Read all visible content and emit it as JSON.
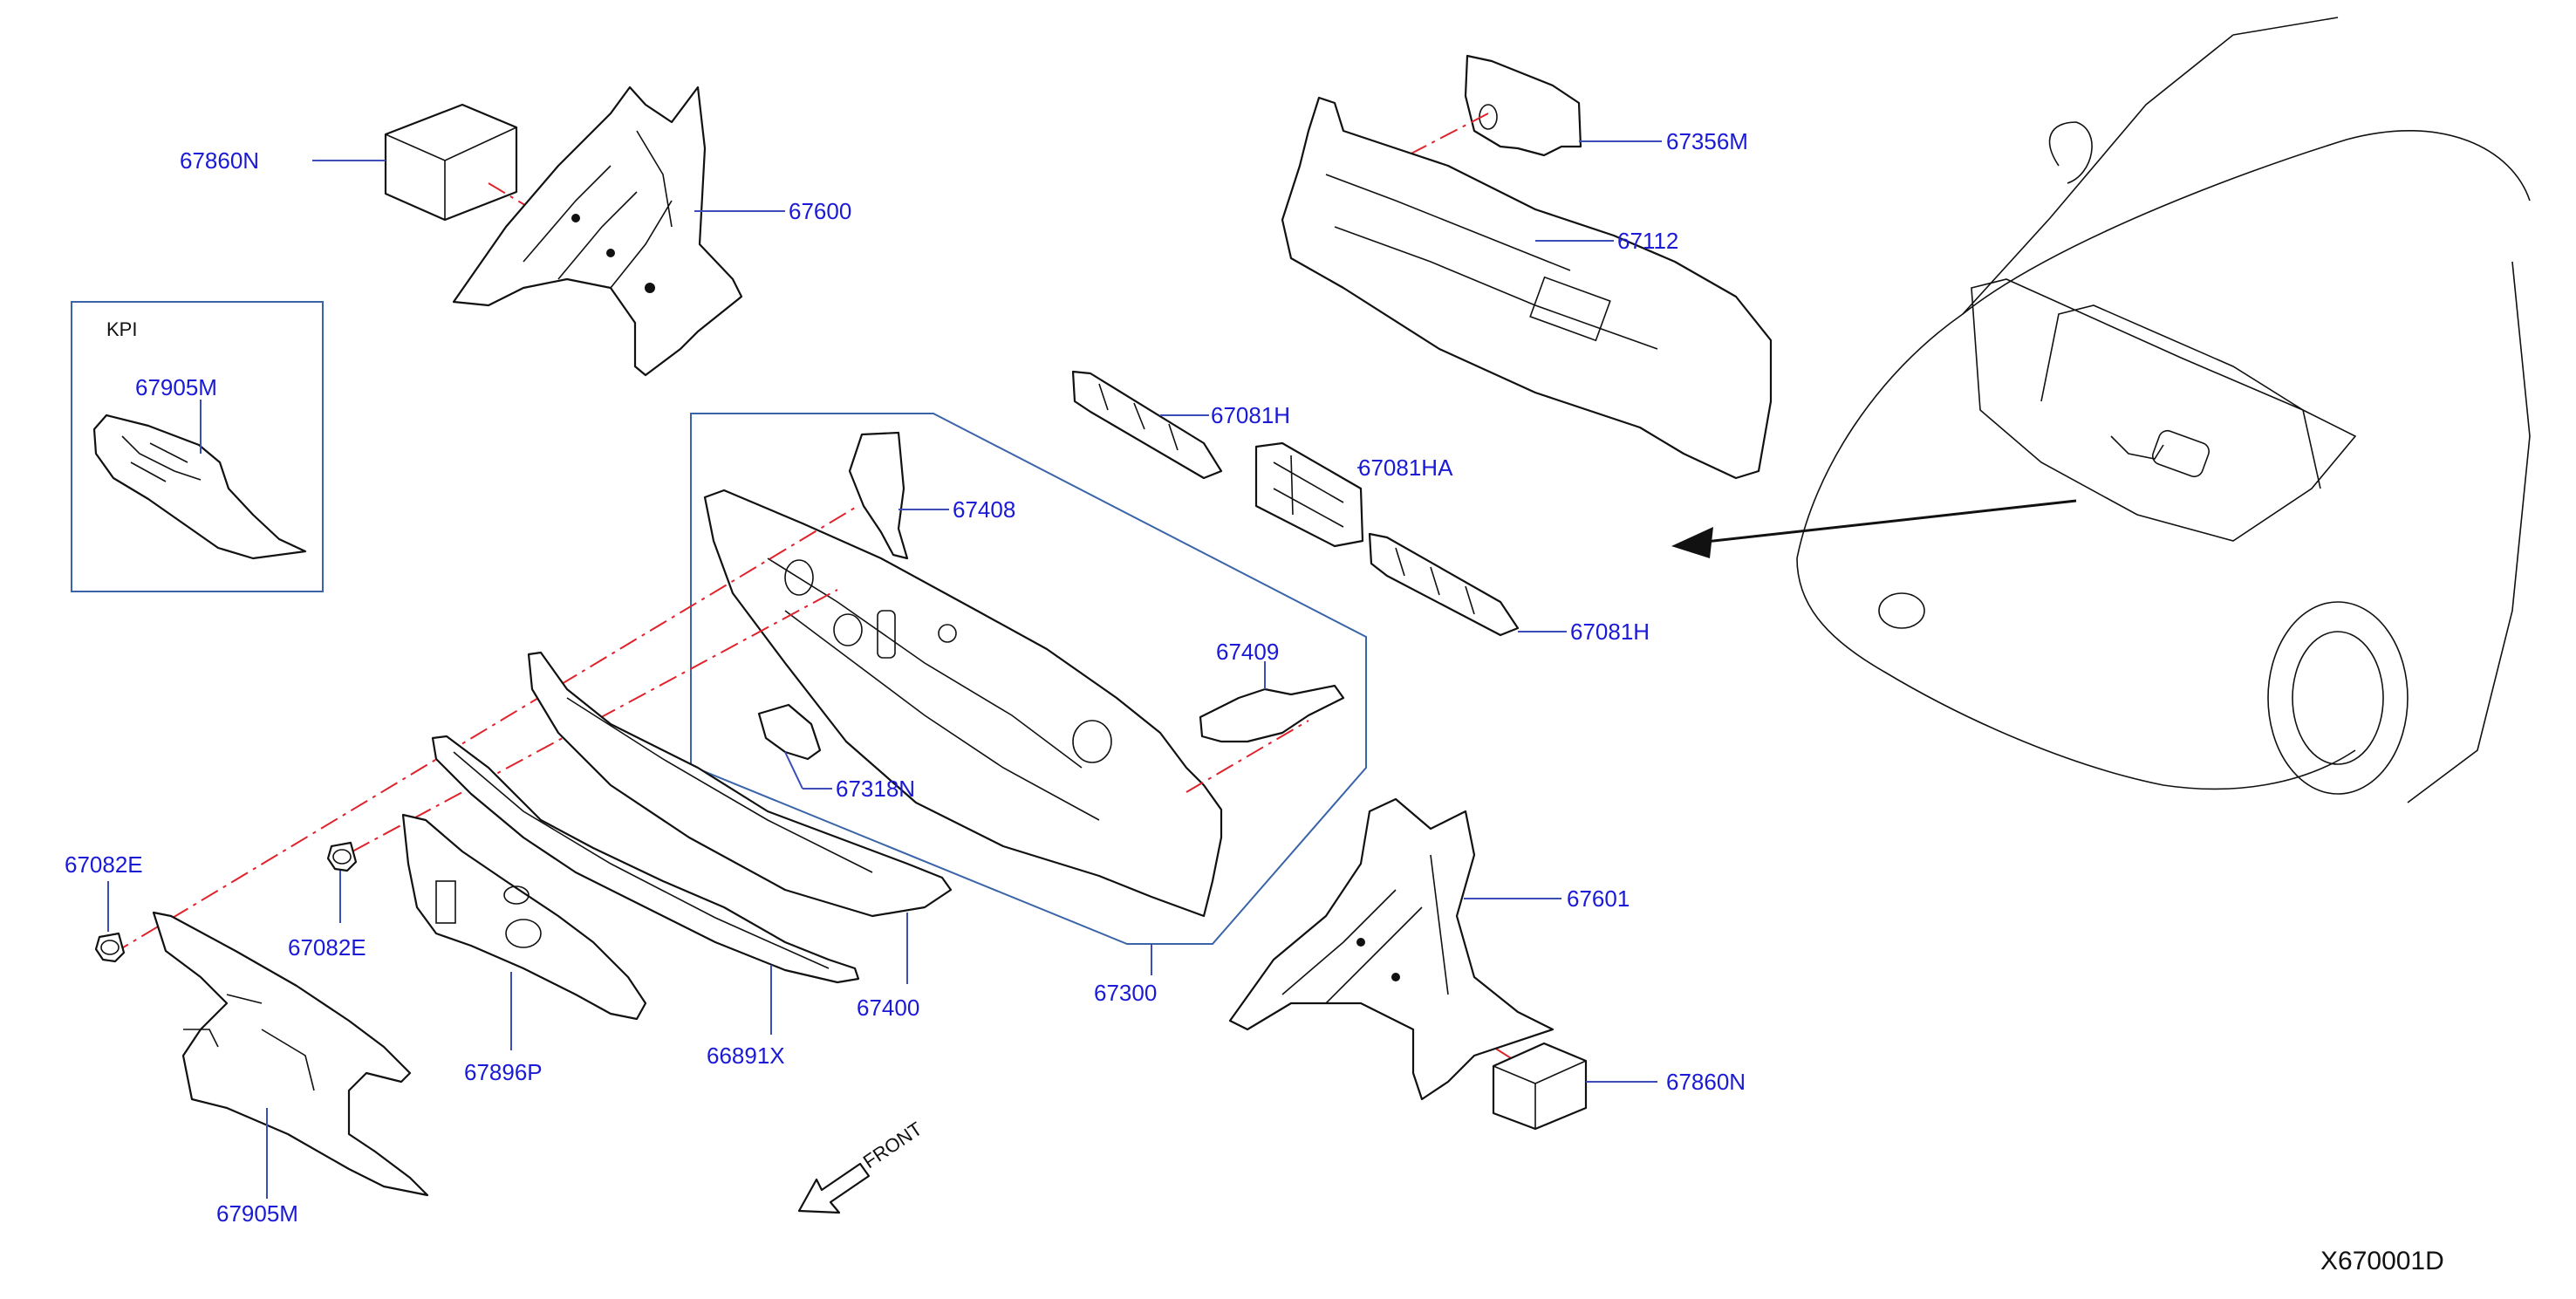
{
  "diagram": {
    "code": "X670001D",
    "direction_label": "FRONT",
    "inset_label": "KPI",
    "parts": [
      {
        "id": "p67860N_top",
        "number": "67860N"
      },
      {
        "id": "p67600",
        "number": "67600"
      },
      {
        "id": "p67905M_inset",
        "number": "67905M"
      },
      {
        "id": "p67356M",
        "number": "67356M"
      },
      {
        "id": "p67112",
        "number": "67112"
      },
      {
        "id": "p67081H_top",
        "number": "67081H"
      },
      {
        "id": "p67081HA",
        "number": "67081HA"
      },
      {
        "id": "p67081H_bottom",
        "number": "67081H"
      },
      {
        "id": "p67408",
        "number": "67408"
      },
      {
        "id": "p67409",
        "number": "67409"
      },
      {
        "id": "p67318N",
        "number": "67318N"
      },
      {
        "id": "p67082E_left",
        "number": "67082E"
      },
      {
        "id": "p67082E_mid",
        "number": "67082E"
      },
      {
        "id": "p67601",
        "number": "67601"
      },
      {
        "id": "p67860N_bottom",
        "number": "67860N"
      },
      {
        "id": "p67400",
        "number": "67400"
      },
      {
        "id": "p67300",
        "number": "67300"
      },
      {
        "id": "p67896P",
        "number": "67896P"
      },
      {
        "id": "p66891X",
        "number": "66891X"
      },
      {
        "id": "p67905M_bottom",
        "number": "67905M"
      }
    ]
  }
}
